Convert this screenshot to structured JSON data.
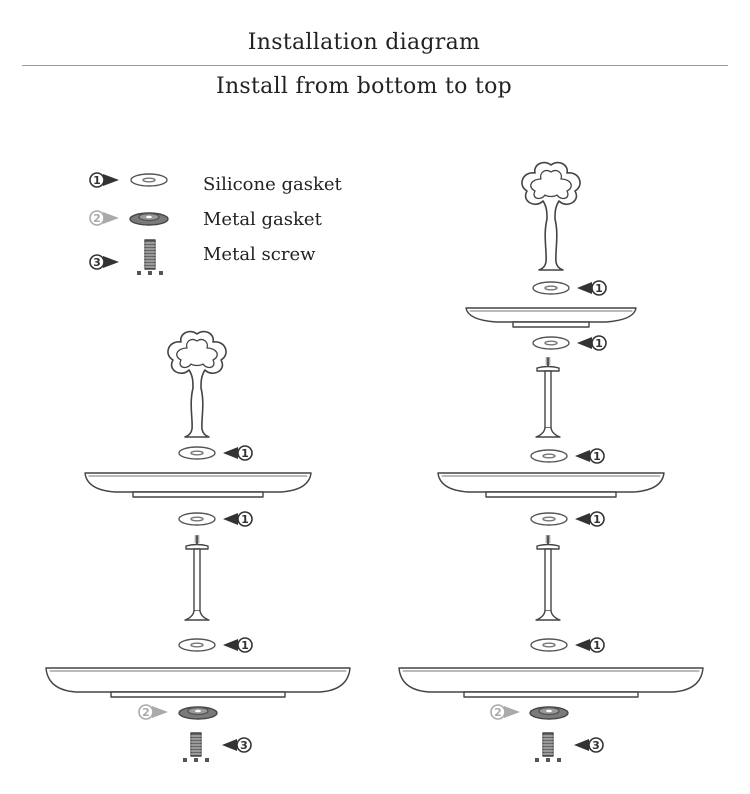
{
  "title": "Installation diagram",
  "subtitle": "Install from bottom to top",
  "legend": {
    "items": [
      {
        "number": "1",
        "label": "Silicone gasket"
      },
      {
        "number": "2",
        "label": "Metal gasket"
      },
      {
        "number": "3",
        "label": "Metal screw"
      }
    ]
  },
  "callouts": {
    "silicone": "1",
    "metal_gasket": "2",
    "screw": "3"
  },
  "colors": {
    "outline": "#444444",
    "callout_dark": "#333333",
    "callout_light": "#aaaaaa",
    "metal_gasket": "#7a7a7a",
    "screw": "#666666"
  }
}
